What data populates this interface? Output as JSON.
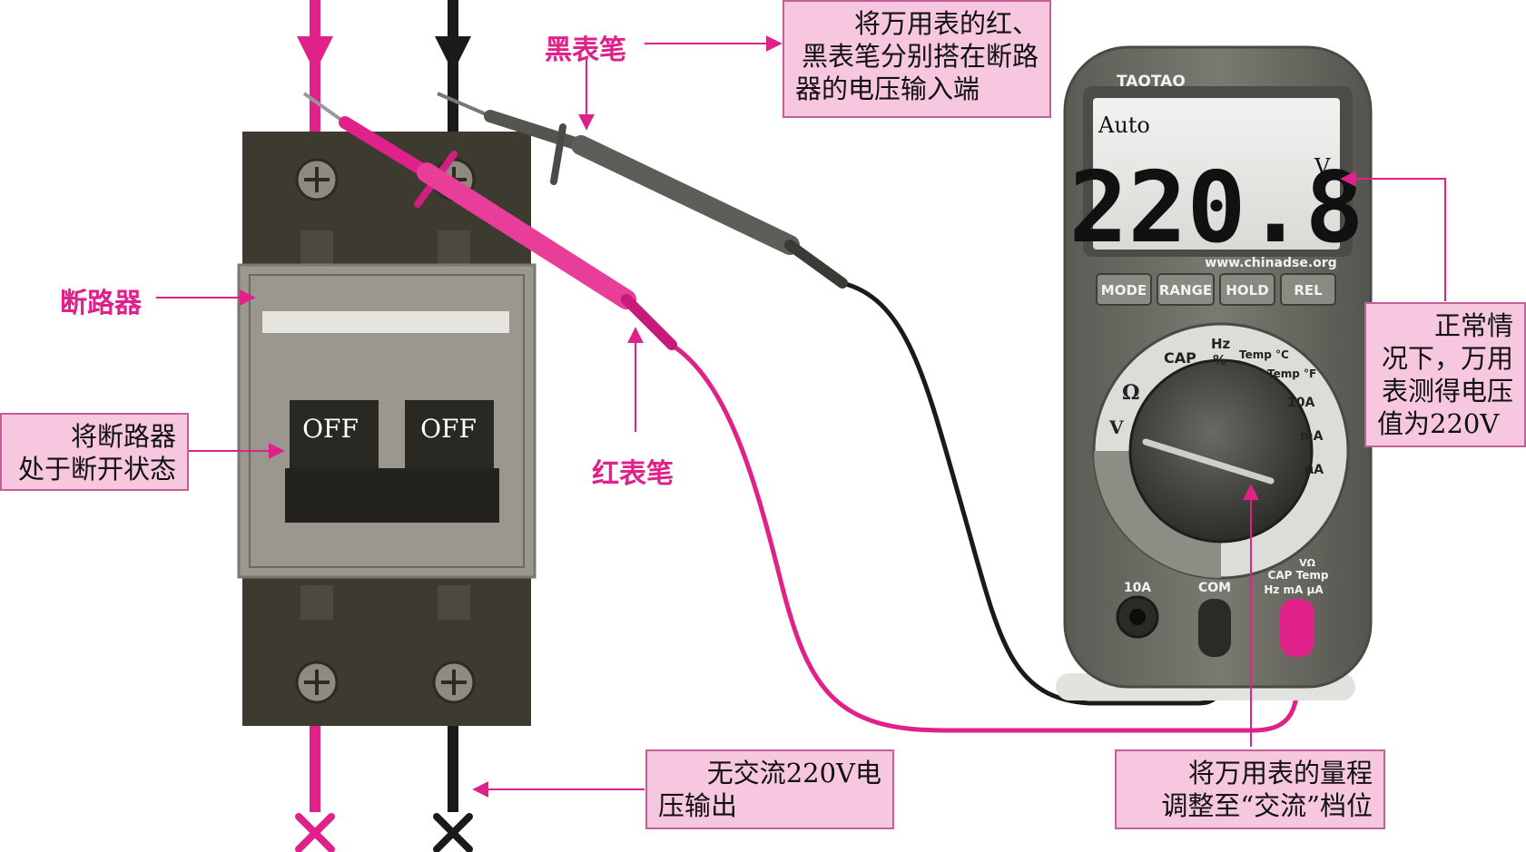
{
  "labels": {
    "black_probe": "黑表笔",
    "red_probe": "红表笔",
    "breaker": "断路器"
  },
  "callouts": {
    "connect": [
      "将万用表的红、",
      "黑表笔分别搭在断路",
      "器的电压输入端"
    ],
    "off_state": [
      "将断路器",
      "处于断开状态"
    ],
    "reading": [
      "正常情",
      "况下，万用",
      "表测得电压",
      "值为220V"
    ],
    "no_output": [
      "无交流220V电",
      "压输出"
    ],
    "range": [
      "将万用表的量程",
      "调整至“交流”档位"
    ]
  },
  "breaker": {
    "switch_left": "OFF",
    "switch_right": "OFF"
  },
  "meter": {
    "brand": "TAOTAO",
    "mode": "Auto",
    "reading": "220.8",
    "unit": "V",
    "website": "www.chinadse.org",
    "buttons": [
      "MODE",
      "RANGE",
      "HOLD",
      "REL"
    ],
    "dial": {
      "v_ac": "V",
      "ohm": "Ω",
      "cap": "CAP",
      "hz": "Hz",
      "pct": "%",
      "temp_c": "Temp °C",
      "temp_f": "Temp °F",
      "a10": "10A",
      "ma": "mA",
      "ua": "μA"
    },
    "jacks": {
      "a10": "10A",
      "com": "COM",
      "main_line1": "VΩ",
      "main_line2": "CAP Temp",
      "main_line3": "Hz mA μA"
    }
  },
  "colors": {
    "live_wire": "#e0218a",
    "neutral_wire": "#1a1a1a",
    "callout_fill": "#f6c7df",
    "callout_border": "#c45f98",
    "breaker_body": "#3d3a30",
    "meter_body": "#6e6e66"
  }
}
